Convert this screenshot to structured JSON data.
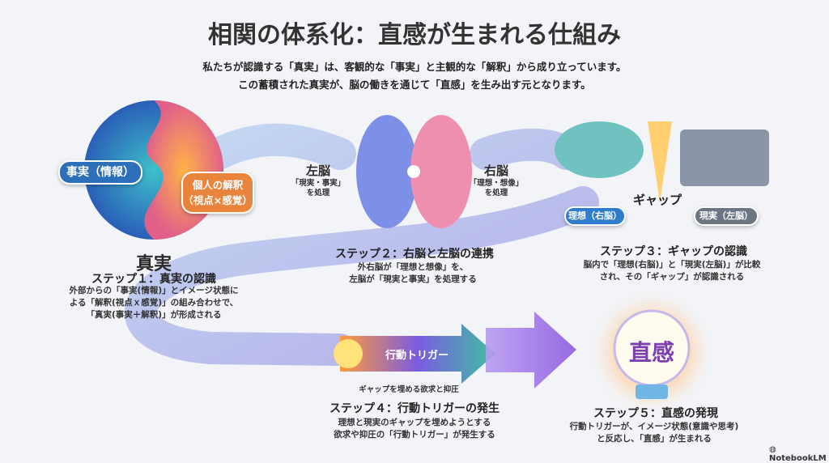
{
  "title": "相関の体系化：直感が生まれる仕組み",
  "subtitle": [
    "私たちが認識する「真実」は、客観的な「事実」と主観的な「解釈」から成り立っています。",
    "この蓄積された真実が、脳の働きを通じて「直感」を生み出す元となります。"
  ],
  "step1": {
    "fact_label": "事実（情報）",
    "interp_label": [
      "個人の解釈",
      "（視点×感覚）"
    ],
    "truth": "真実",
    "title": "ステップ１：真実の認識",
    "desc": [
      "外部からの「事実(情報)」とイメージ状態に",
      "よる「解釈(視点ｘ感覚)」の組み合わせで、",
      "「真実(事実＋解釈)」が形成される"
    ]
  },
  "step2": {
    "left_title": "左脳",
    "left_desc": [
      "「現実・事実」",
      "を処理"
    ],
    "right_title": "右脳",
    "right_desc": [
      "「理想・想像」",
      "を処理"
    ],
    "title": "ステップ２：右脳と左脳の連携",
    "desc": [
      "外右脳が「理想と想像」を、",
      "左脳が「現実と事実」を処理する"
    ]
  },
  "step3": {
    "gap_label": "ギャップ",
    "ideal_label": "理想（右脳）",
    "reality_label": "現実（左脳）",
    "title": "ステップ３：ギャップの認識",
    "desc": [
      "脳内で「理想(右脳)」と「現実(左脳)」が比較",
      "され、その「ギャップ」が認識される"
    ]
  },
  "step4": {
    "arrow_label": "行動トリガー",
    "caption": "ギャップを埋める欲求と抑圧",
    "title": "ステップ４：行動トリガーの発生",
    "desc": [
      "理想と現実のギャップを埋めようとする",
      "欲求や抑圧の「行動トリガー」が発生する"
    ]
  },
  "step5": {
    "bulb_label": "直感",
    "title": "ステップ５：直感の発現",
    "desc": [
      "行動トリガーが、イメージ状態(意識や思考)",
      "と反応し、「直感」が生まれる"
    ]
  },
  "footer": {
    "brand": "NotebookLM"
  }
}
